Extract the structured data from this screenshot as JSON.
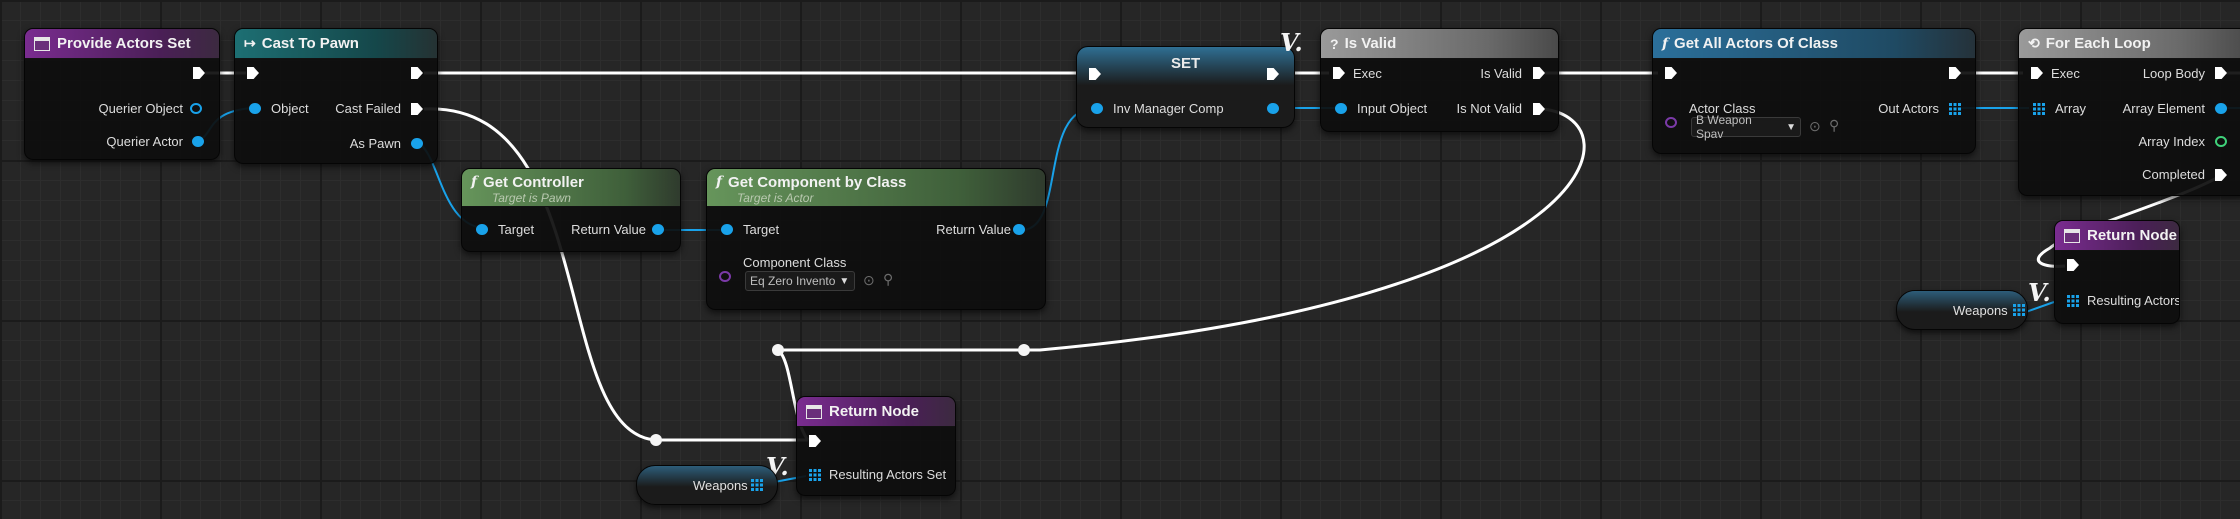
{
  "nodes": {
    "provide_actors_set": {
      "title": "Provide Actors Set",
      "pins": {
        "querier_object": "Querier Object",
        "querier_actor": "Querier Actor"
      }
    },
    "cast_to_pawn": {
      "title": "Cast To Pawn",
      "icon": "cast-arrow-icon",
      "pins": {
        "object": "Object",
        "cast_failed": "Cast Failed",
        "as_pawn": "As Pawn"
      }
    },
    "get_controller": {
      "title": "Get Controller",
      "subtitle": "Target is Pawn",
      "pins": {
        "target": "Target",
        "return_value": "Return Value"
      }
    },
    "get_component_by_class": {
      "title": "Get Component by Class",
      "subtitle": "Target is Actor",
      "pins": {
        "target": "Target",
        "return_value": "Return Value",
        "component_class": "Component Class"
      },
      "component_class_value": "Eq Zero Invento"
    },
    "set": {
      "title": "SET",
      "pins": {
        "inv_manager_comp": "Inv Manager Comp"
      }
    },
    "is_valid": {
      "title": "Is Valid",
      "icon": "question-icon",
      "pins": {
        "exec": "Exec",
        "is_valid": "Is Valid",
        "input_object": "Input Object",
        "is_not_valid": "Is Not Valid"
      }
    },
    "get_all_actors_of_class": {
      "title": "Get All Actors Of Class",
      "pins": {
        "actor_class": "Actor Class",
        "out_actors": "Out Actors"
      },
      "actor_class_value": "B Weapon Spav"
    },
    "for_each_loop": {
      "title": "For Each Loop",
      "icon": "loop-icon",
      "pins": {
        "exec": "Exec",
        "loop_body": "Loop Body",
        "array": "Array",
        "array_element": "Array Element",
        "array_index": "Array Index",
        "completed": "Completed"
      }
    },
    "return_node_top": {
      "title": "Return Node",
      "pins": {
        "resulting_actors_set": "Resulting Actors Set"
      }
    },
    "return_node_bottom": {
      "title": "Return Node",
      "pins": {
        "resulting_actors_set": "Resulting Actors Set"
      }
    },
    "weapons_var_top": {
      "label": "Weapons"
    },
    "weapons_var_bottom": {
      "label": "Weapons"
    }
  },
  "icons": {
    "function": "f",
    "question": "?",
    "cast": "↦",
    "loop": "⟲",
    "variable_mark": "V."
  },
  "colors": {
    "exec_wire": "#ffffff",
    "object_pin": "#19a2ea",
    "integer_pin": "#3fd27a",
    "class_pin": "#7b3aa8",
    "event_header": "#7a2c90",
    "cast_header": "#1d6f73",
    "pure_header": "#66955b",
    "function_header": "#2b6f9a"
  }
}
